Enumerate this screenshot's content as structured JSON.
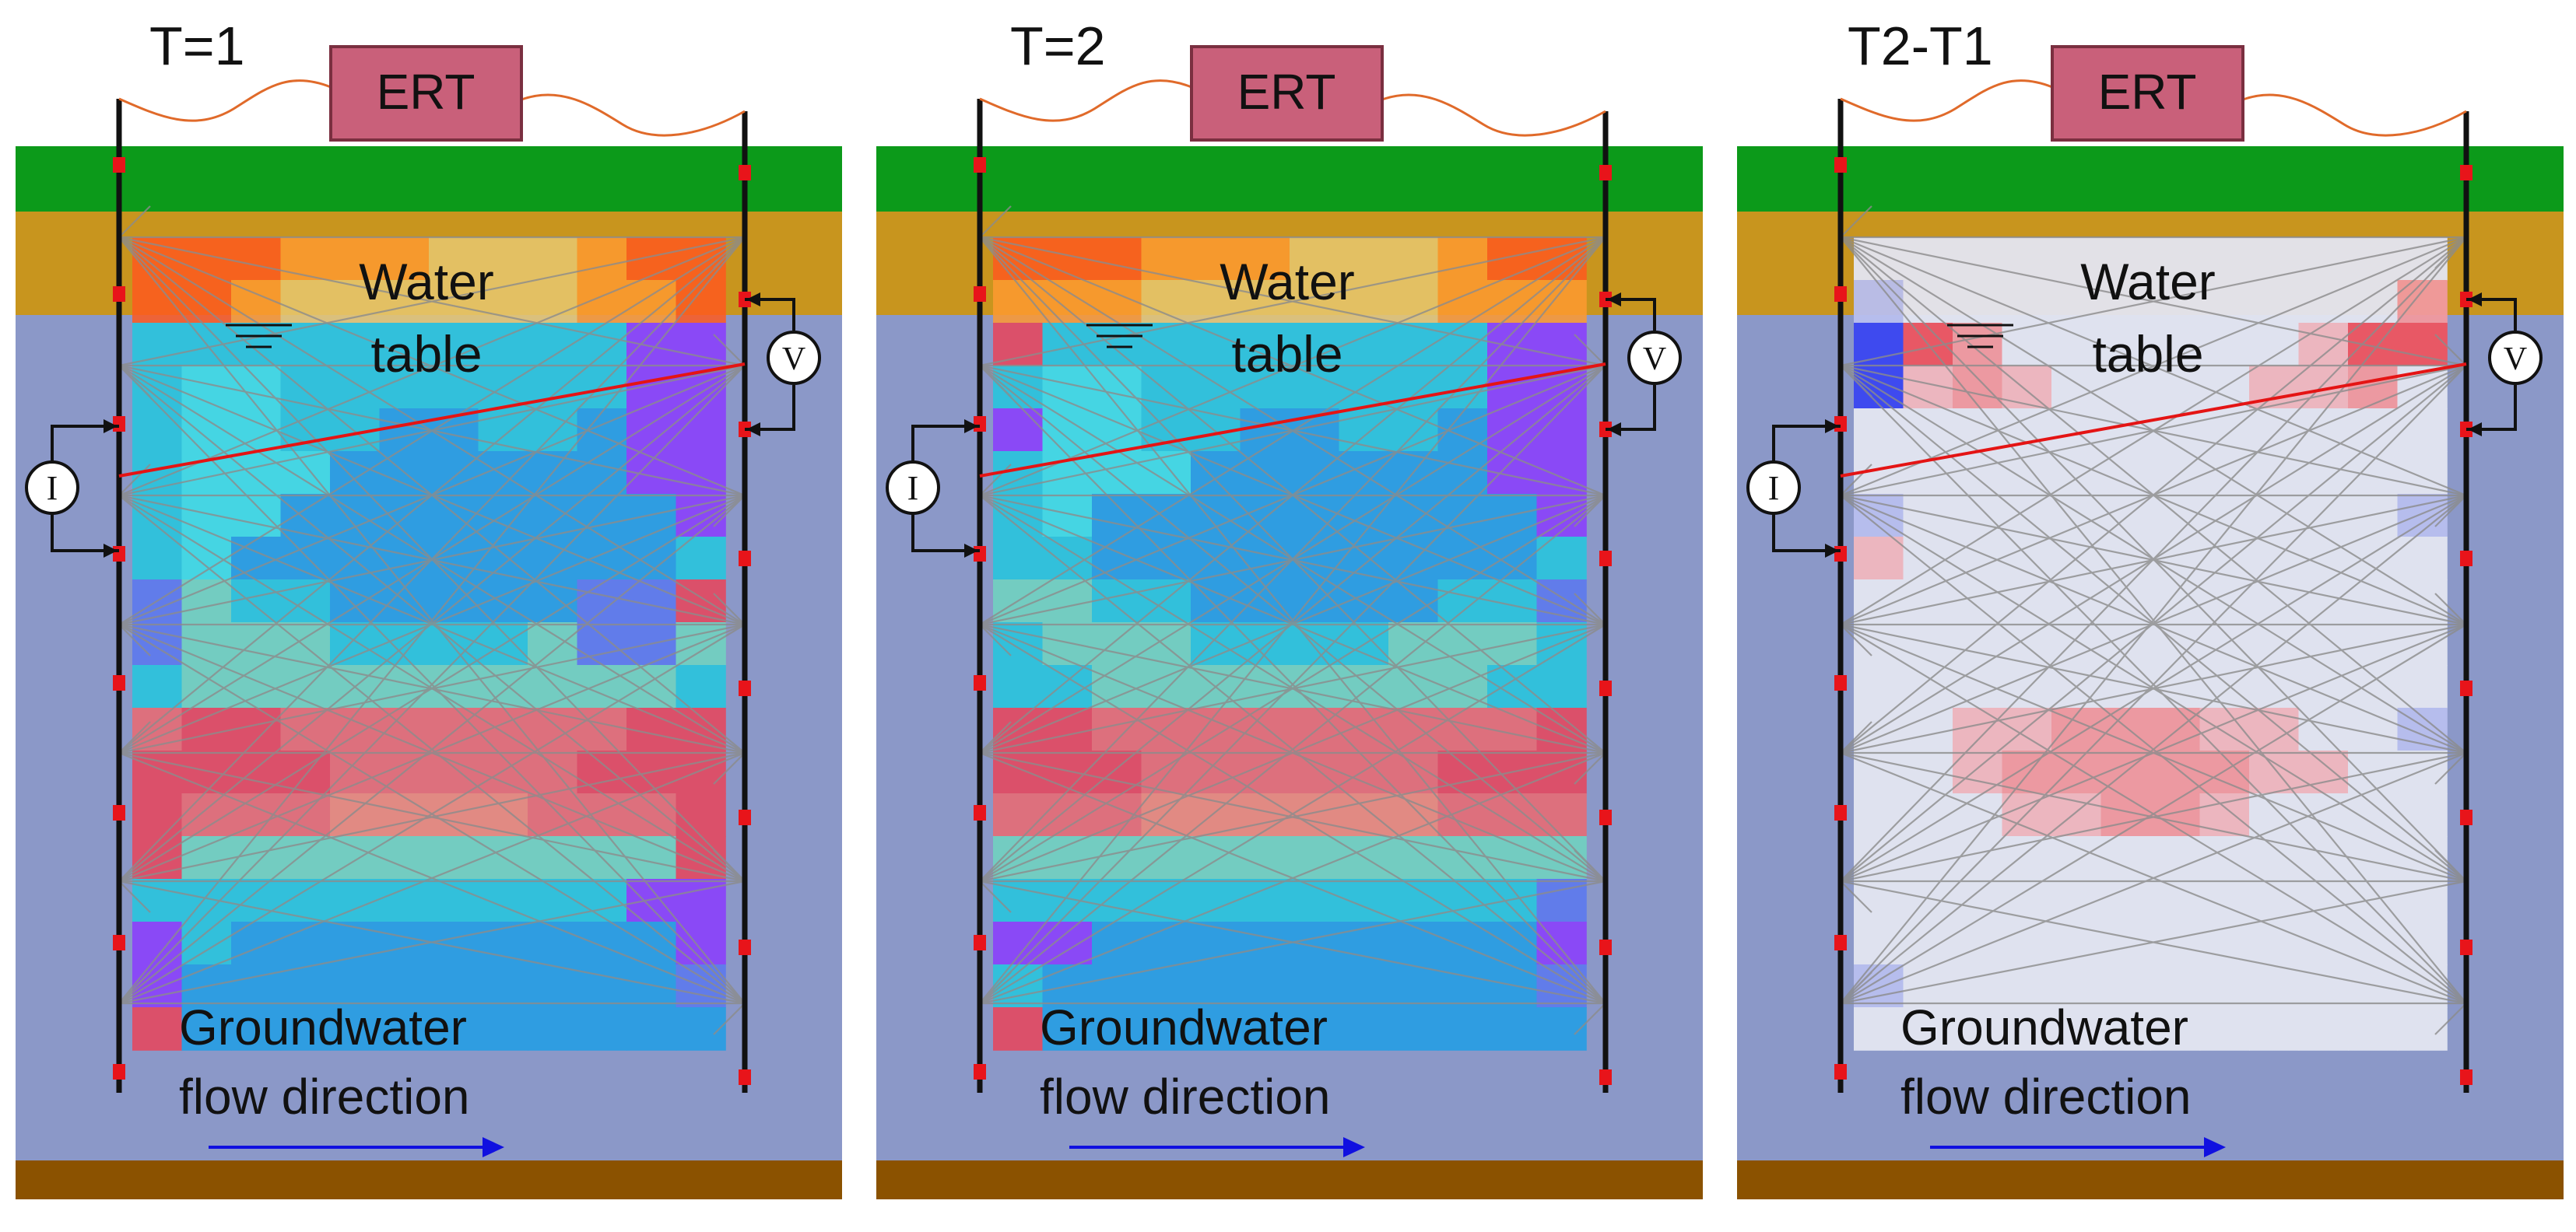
{
  "panels": [
    {
      "id": "t1",
      "time_label": "T=1",
      "instrument_label": "ERT",
      "water_table_label": [
        "Water",
        "table"
      ],
      "flow_label": [
        "Groundwater",
        "flow direction"
      ],
      "current_symbol": "I",
      "voltage_symbol": "V",
      "map_type": "resistivity",
      "pattern": [
        [
          "O",
          "O",
          "O",
          "o",
          "o",
          "o",
          "y",
          "y",
          "y",
          "o",
          "O",
          "O"
        ],
        [
          "O",
          "O",
          "o",
          "y",
          "y",
          "y",
          "y",
          "y",
          "y",
          "o",
          "o",
          "O"
        ],
        [
          "c",
          "c",
          "c",
          "c",
          "c",
          "c",
          "c",
          "c",
          "c",
          "c",
          "p",
          "p"
        ],
        [
          "c",
          "C",
          "C",
          "c",
          "c",
          "c",
          "c",
          "c",
          "c",
          "c",
          "p",
          "p"
        ],
        [
          "c",
          "C",
          "C",
          "c",
          "c",
          "b",
          "b",
          "c",
          "c",
          "b",
          "p",
          "p"
        ],
        [
          "c",
          "C",
          "C",
          "C",
          "b",
          "b",
          "b",
          "b",
          "b",
          "b",
          "p",
          "p"
        ],
        [
          "c",
          "C",
          "C",
          "b",
          "b",
          "b",
          "b",
          "b",
          "b",
          "b",
          "b",
          "p"
        ],
        [
          "c",
          "C",
          "b",
          "b",
          "b",
          "b",
          "b",
          "b",
          "b",
          "b",
          "b",
          "c"
        ],
        [
          "m",
          "g",
          "c",
          "c",
          "b",
          "b",
          "b",
          "b",
          "b",
          "m",
          "m",
          "R"
        ],
        [
          "m",
          "g",
          "g",
          "g",
          "c",
          "c",
          "c",
          "c",
          "g",
          "m",
          "m",
          "g"
        ],
        [
          "c",
          "g",
          "g",
          "g",
          "g",
          "g",
          "g",
          "g",
          "g",
          "g",
          "g",
          "c"
        ],
        [
          "r",
          "R",
          "R",
          "r",
          "r",
          "r",
          "r",
          "r",
          "r",
          "r",
          "R",
          "R"
        ],
        [
          "R",
          "R",
          "R",
          "R",
          "r",
          "r",
          "r",
          "r",
          "r",
          "R",
          "R",
          "R"
        ],
        [
          "R",
          "r",
          "r",
          "r",
          "s",
          "s",
          "s",
          "s",
          "r",
          "r",
          "r",
          "R"
        ],
        [
          "R",
          "g",
          "g",
          "g",
          "g",
          "g",
          "g",
          "g",
          "g",
          "g",
          "g",
          "R"
        ],
        [
          "c",
          "c",
          "c",
          "c",
          "c",
          "c",
          "c",
          "c",
          "c",
          "c",
          "p",
          "p"
        ],
        [
          "p",
          "c",
          "b",
          "b",
          "b",
          "b",
          "b",
          "b",
          "b",
          "b",
          "b",
          "p"
        ],
        [
          "p",
          "b",
          "b",
          "b",
          "b",
          "b",
          "b",
          "b",
          "b",
          "b",
          "b",
          "m"
        ],
        [
          "R",
          "b",
          "b",
          "b",
          "b",
          "b",
          "b",
          "b",
          "b",
          "b",
          "b",
          "b"
        ]
      ]
    },
    {
      "id": "t2",
      "time_label": "T=2",
      "instrument_label": "ERT",
      "water_table_label": [
        "Water",
        "table"
      ],
      "flow_label": [
        "Groundwater",
        "flow direction"
      ],
      "current_symbol": "I",
      "voltage_symbol": "V",
      "map_type": "resistivity",
      "pattern": [
        [
          "O",
          "O",
          "O",
          "o",
          "o",
          "o",
          "y",
          "y",
          "y",
          "o",
          "O",
          "O"
        ],
        [
          "o",
          "o",
          "o",
          "y",
          "y",
          "y",
          "y",
          "y",
          "y",
          "o",
          "o",
          "o"
        ],
        [
          "R",
          "c",
          "c",
          "c",
          "c",
          "c",
          "c",
          "c",
          "c",
          "c",
          "p",
          "p"
        ],
        [
          "c",
          "C",
          "C",
          "c",
          "c",
          "c",
          "c",
          "c",
          "c",
          "c",
          "p",
          "p"
        ],
        [
          "p",
          "C",
          "C",
          "c",
          "c",
          "b",
          "b",
          "c",
          "c",
          "b",
          "p",
          "p"
        ],
        [
          "c",
          "C",
          "C",
          "C",
          "b",
          "b",
          "b",
          "b",
          "b",
          "b",
          "p",
          "p"
        ],
        [
          "c",
          "C",
          "b",
          "b",
          "b",
          "b",
          "b",
          "b",
          "b",
          "b",
          "b",
          "p"
        ],
        [
          "c",
          "c",
          "b",
          "b",
          "b",
          "b",
          "b",
          "b",
          "b",
          "b",
          "b",
          "c"
        ],
        [
          "g",
          "g",
          "c",
          "c",
          "b",
          "b",
          "b",
          "b",
          "b",
          "c",
          "c",
          "m"
        ],
        [
          "c",
          "g",
          "g",
          "g",
          "c",
          "c",
          "c",
          "c",
          "g",
          "g",
          "g",
          "c"
        ],
        [
          "c",
          "c",
          "g",
          "g",
          "g",
          "g",
          "g",
          "g",
          "g",
          "g",
          "c",
          "c"
        ],
        [
          "R",
          "R",
          "r",
          "r",
          "r",
          "r",
          "r",
          "r",
          "r",
          "r",
          "r",
          "R"
        ],
        [
          "R",
          "R",
          "R",
          "r",
          "r",
          "r",
          "r",
          "r",
          "r",
          "R",
          "R",
          "R"
        ],
        [
          "r",
          "r",
          "r",
          "s",
          "s",
          "s",
          "s",
          "s",
          "s",
          "r",
          "r",
          "r"
        ],
        [
          "g",
          "g",
          "g",
          "g",
          "g",
          "g",
          "g",
          "g",
          "g",
          "g",
          "g",
          "g"
        ],
        [
          "c",
          "c",
          "c",
          "c",
          "c",
          "c",
          "c",
          "c",
          "c",
          "c",
          "c",
          "m"
        ],
        [
          "p",
          "p",
          "b",
          "b",
          "b",
          "b",
          "b",
          "b",
          "b",
          "b",
          "b",
          "p"
        ],
        [
          "c",
          "b",
          "b",
          "b",
          "b",
          "b",
          "b",
          "b",
          "b",
          "b",
          "b",
          "m"
        ],
        [
          "R",
          "b",
          "b",
          "b",
          "b",
          "b",
          "b",
          "b",
          "b",
          "b",
          "b",
          "b"
        ]
      ]
    },
    {
      "id": "diff",
      "time_label": "T2-T1",
      "instrument_label": "ERT",
      "water_table_label": [
        "Water",
        "table"
      ],
      "flow_label": [
        "Groundwater",
        "flow direction"
      ],
      "current_symbol": "I",
      "voltage_symbol": "V",
      "map_type": "difference",
      "pattern": [
        [
          "w",
          "w",
          "w",
          "w",
          "w",
          "w",
          "w",
          "w",
          "w",
          "w",
          "w",
          "w"
        ],
        [
          "l",
          "w",
          "w",
          "w",
          "w",
          "w",
          "w",
          "w",
          "w",
          "w",
          "w",
          "p2"
        ],
        [
          "B",
          "P",
          "p2",
          "w",
          "w",
          "w",
          "w",
          "w",
          "w",
          "p1",
          "P",
          "P"
        ],
        [
          "B",
          "p1",
          "p2",
          "p1",
          "w",
          "w",
          "w",
          "w",
          "p1",
          "p1",
          "p2",
          "w"
        ],
        [
          "w",
          "w",
          "w",
          "w",
          "w",
          "w",
          "w",
          "w",
          "w",
          "w",
          "w",
          "w"
        ],
        [
          "w",
          "w",
          "w",
          "w",
          "w",
          "w",
          "w",
          "w",
          "w",
          "w",
          "w",
          "w"
        ],
        [
          "l",
          "w",
          "w",
          "w",
          "w",
          "w",
          "w",
          "w",
          "w",
          "w",
          "w",
          "l"
        ],
        [
          "p1",
          "w",
          "w",
          "w",
          "w",
          "w",
          "w",
          "w",
          "w",
          "w",
          "w",
          "w"
        ],
        [
          "w",
          "w",
          "w",
          "w",
          "w",
          "w",
          "w",
          "w",
          "w",
          "w",
          "w",
          "w"
        ],
        [
          "w",
          "w",
          "w",
          "w",
          "w",
          "w",
          "w",
          "w",
          "w",
          "w",
          "w",
          "w"
        ],
        [
          "w",
          "w",
          "w",
          "w",
          "w",
          "w",
          "w",
          "w",
          "w",
          "w",
          "w",
          "w"
        ],
        [
          "w",
          "w",
          "p1",
          "p1",
          "p2",
          "p2",
          "p2",
          "p1",
          "p1",
          "w",
          "w",
          "l"
        ],
        [
          "w",
          "w",
          "p1",
          "p2",
          "p2",
          "p2",
          "p2",
          "p2",
          "p1",
          "p1",
          "w",
          "w"
        ],
        [
          "w",
          "w",
          "w",
          "p1",
          "p1",
          "p2",
          "p2",
          "p1",
          "w",
          "w",
          "w",
          "w"
        ],
        [
          "w",
          "w",
          "w",
          "w",
          "w",
          "w",
          "w",
          "w",
          "w",
          "w",
          "w",
          "w"
        ],
        [
          "w",
          "w",
          "w",
          "w",
          "w",
          "w",
          "w",
          "w",
          "w",
          "w",
          "w",
          "w"
        ],
        [
          "w",
          "w",
          "w",
          "w",
          "w",
          "w",
          "w",
          "w",
          "w",
          "w",
          "w",
          "w"
        ],
        [
          "l",
          "w",
          "w",
          "w",
          "w",
          "w",
          "w",
          "w",
          "w",
          "w",
          "w",
          "w"
        ],
        [
          "w",
          "w",
          "w",
          "w",
          "w",
          "w",
          "w",
          "w",
          "w",
          "w",
          "w",
          "w"
        ]
      ]
    }
  ],
  "colors": {
    "grass": "#0c9a1a",
    "topsoil": "#c8951e",
    "aquifer": "#8b98c8",
    "bedrock": "#8b5200",
    "ert_box_fill": "#c9607a",
    "ert_box_stroke": "#7a2f40",
    "cable": "#e06a2a",
    "borehole": "#111111",
    "electrode": "#e8141a",
    "measurement_line": "#e41414",
    "ray": "#8c8c8c",
    "flow_arrow": "#1010e0",
    "palette": {
      "O": "#ff5a1f",
      "o": "#ff9a30",
      "y": "#e8c870",
      "r": "#ec6a70",
      "R": "#e9445a",
      "s": "#f08878",
      "g": "#6fd6c0",
      "c": "#23c7df",
      "C": "#39e0e8",
      "b": "#1f9ee6",
      "m": "#5a78f0",
      "p": "#8a3cff",
      "w": "#e4e6f2",
      "p1": "#f2b8bf",
      "p2": "#f29a9f",
      "P": "#ee5560",
      "l": "#b9bff0",
      "B": "#3a46f2"
    }
  }
}
